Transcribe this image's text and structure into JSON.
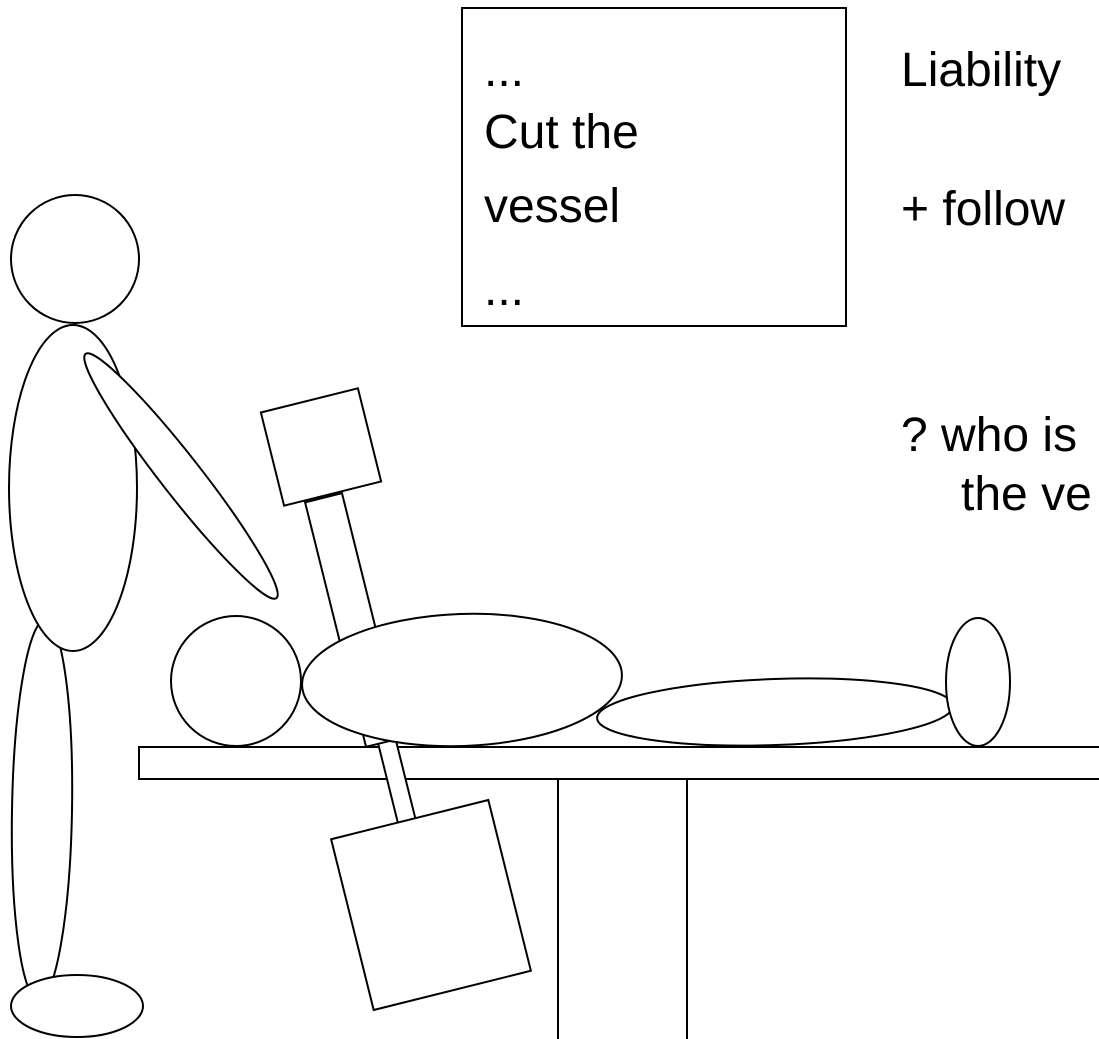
{
  "note": {
    "line1": "...",
    "line2": "Cut the",
    "line3": "vessel",
    "line4": "..."
  },
  "side": {
    "line1": "Liability",
    "line2": "+ follow",
    "line3": "? who is",
    "line4": "the ve"
  },
  "colors": {
    "stroke": "#000000",
    "fill": "#ffffff",
    "background": "#ffffff"
  }
}
